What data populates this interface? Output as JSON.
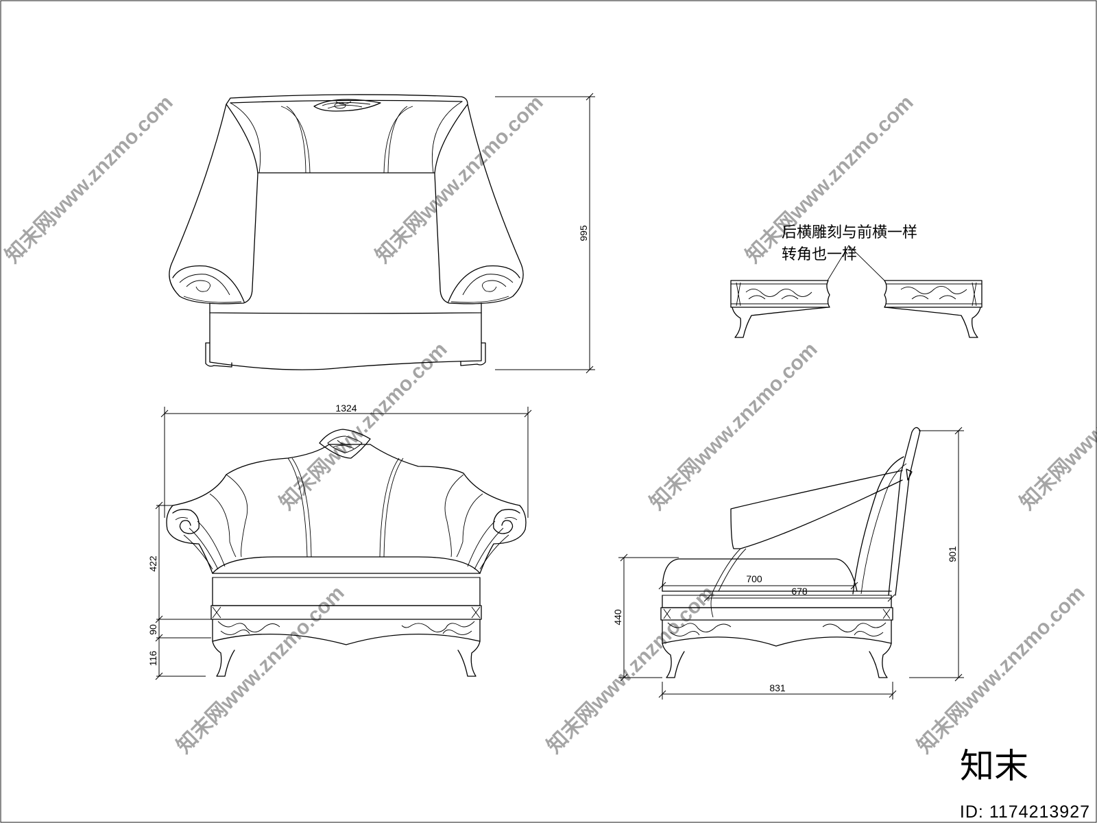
{
  "watermarks": {
    "text": "知末网www.znzmo.com"
  },
  "dimensions": {
    "top_view_depth": "995",
    "front_width": "1324",
    "front_back_height": "422",
    "front_apron_height": "90",
    "front_leg_height": "116",
    "side_seat_height": "440",
    "side_overall_height": "901",
    "side_seat_depth_outer": "700",
    "side_seat_depth_inner": "678",
    "side_overall_depth": "831"
  },
  "annotation": {
    "line1": "后横雕刻与前横一样",
    "line2": "转角也一样"
  },
  "branding": {
    "logo_text": "知末",
    "id_text": "ID: 1174213927"
  }
}
